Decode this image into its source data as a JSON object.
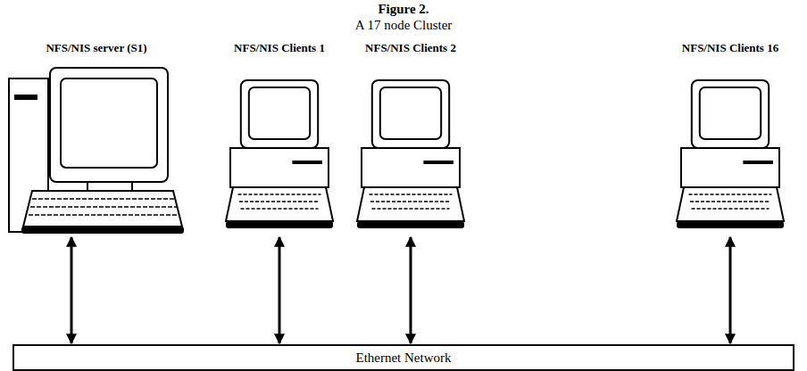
{
  "diagram": {
    "title": "Figure 2.",
    "caption": "A 17 node Cluster",
    "nodes": [
      {
        "text": [
          "NFS/NIS server (S1)"
        ]
      },
      {
        "text": [
          "NFS/NIS Clients 1"
        ]
      },
      {
        "text": [
          "NFS/NIS Clients 2"
        ]
      },
      {
        "text": [
          "NFS/NIS Clients 16"
        ]
      },
      {
        "text": [
          "Ethernet Network"
        ]
      }
    ],
    "edges": [
      {
        "from": 0,
        "to": 4,
        "arrow": "both"
      },
      {
        "from": 1,
        "to": 4,
        "arrow": "both"
      },
      {
        "from": 2,
        "to": 4,
        "arrow": "both"
      },
      {
        "from": 3,
        "to": 4,
        "arrow": "both"
      }
    ]
  }
}
